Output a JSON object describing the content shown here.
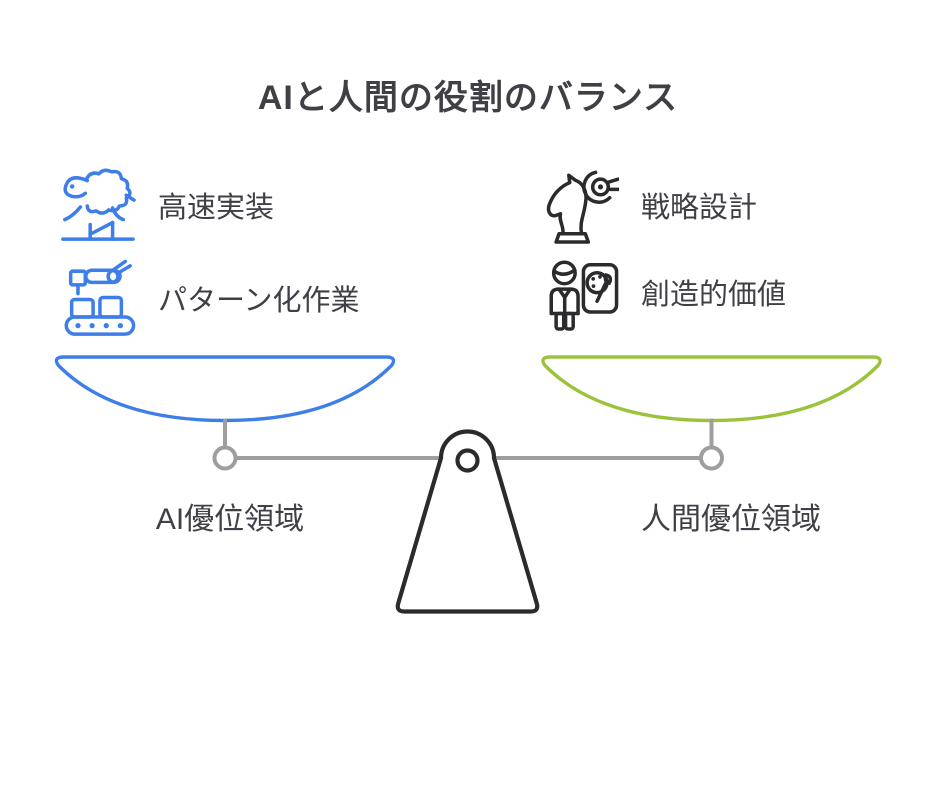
{
  "title": "AIと人間の役割のバランス",
  "colors": {
    "ai_blue": "#3D7EE8",
    "human_green": "#9CC23C",
    "beam_gray": "#9E9E9E",
    "ink": "#2B2B2E",
    "text": "#3F3F46",
    "background": "#FFFFFF"
  },
  "left": {
    "side_name": "AI",
    "features": [
      {
        "icon": "sheep-jumping-hurdle-icon",
        "label": "高速実装"
      },
      {
        "icon": "robot-arm-conveyor-icon",
        "label": "パターン化作業"
      }
    ],
    "pan_label": "AI優位領域"
  },
  "right": {
    "side_name": "人間",
    "features": [
      {
        "icon": "chess-knight-strategy-icon",
        "label": "戦略設計"
      },
      {
        "icon": "painter-palette-icon",
        "label": "創造的価値"
      }
    ],
    "pan_label": "人間優位領域"
  }
}
